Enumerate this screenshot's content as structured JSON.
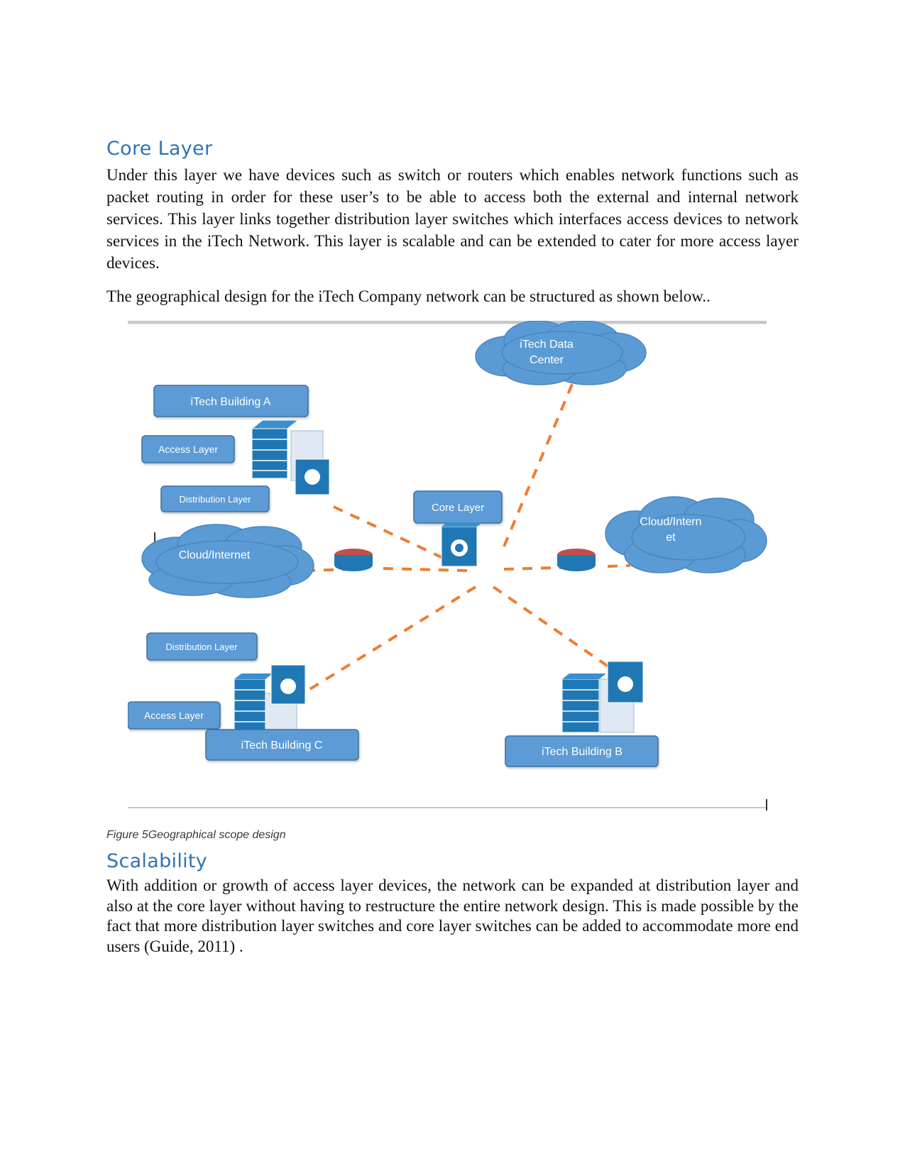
{
  "heading_core": "Core Layer",
  "para_core": "Under this layer we have devices such as switch or routers which enables network functions such as packet routing in order for these user’s to be able to access both the external and internal network services. This layer links together distribution layer switches which interfaces access devices to network services in the iTech Network. This layer is scalable and can be extended to cater for more access layer devices.",
  "para_geo": "The geographical design for the iTech Company network can be structured as shown below..",
  "diagram": {
    "data_center_line1": "iTech Data",
    "data_center_line2": "Center",
    "building_a": "iTech Building A",
    "access_layer_a": "Access Layer",
    "distribution_layer_a": "Distribution  Layer",
    "core_layer": "Core Layer",
    "cloud_left": "Cloud/Internet",
    "cloud_right_line1": "Cloud/Intern",
    "cloud_right_line2": "et",
    "distribution_layer_c": "Distribution  Layer",
    "access_layer_c": "Access Layer",
    "building_c": "iTech Building C",
    "building_b": "iTech Building B",
    "box_color": "#5b9bd5",
    "link_color": "#ed7d31",
    "device_color": "#1f78b4",
    "router_color": "#c0504d"
  },
  "caption": "Figure 5Geographical scope design",
  "heading_scalability": "Scalability",
  "para_scalability": "With addition or growth of access layer devices, the network can be expanded at distribution layer and also at the core layer without having to restructure the entire network design. This is made possible by the fact that more distribution layer switches and core layer switches can be added to accommodate more end users (Guide, 2011) ."
}
